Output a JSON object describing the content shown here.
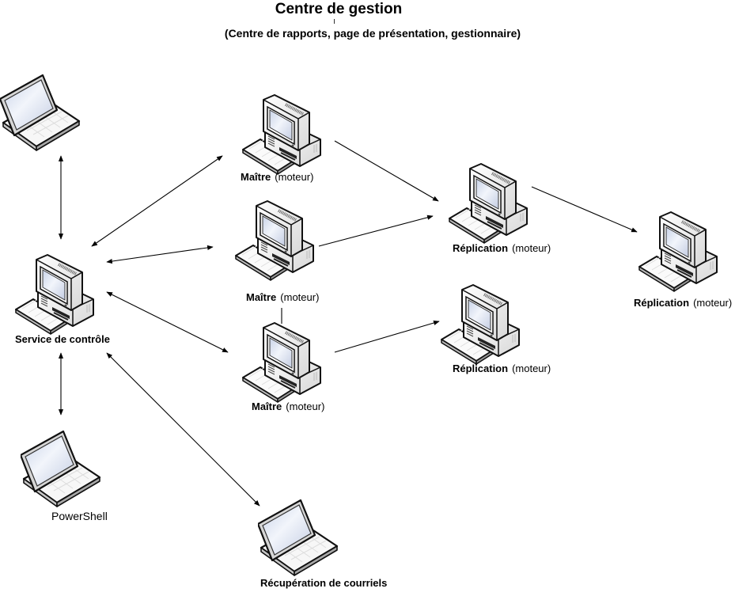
{
  "header": {
    "title": "Centre de gestion",
    "subtitle": "(Centre de rapports, page de présentation, gestionnaire)"
  },
  "nodes": {
    "laptop_top": {
      "type": "laptop-icon",
      "label": ""
    },
    "control_service": {
      "type": "desktop-icon",
      "label": "Service de contrôle"
    },
    "powershell": {
      "type": "laptop-icon",
      "label": "PowerShell"
    },
    "email_retrieval": {
      "type": "laptop-icon",
      "label": "Récupération de courriels"
    },
    "master_1": {
      "type": "desktop-icon",
      "label": "Maître",
      "sublabel": "(moteur)"
    },
    "master_2": {
      "type": "desktop-icon",
      "label": "Maître",
      "sublabel": "(moteur)"
    },
    "master_3": {
      "type": "desktop-icon",
      "label": "Maître",
      "sublabel": "(moteur)"
    },
    "replication_1": {
      "type": "desktop-icon",
      "label": "Réplication",
      "sublabel": "(moteur)"
    },
    "replication_2": {
      "type": "desktop-icon",
      "label": "Réplication",
      "sublabel": "(moteur)"
    },
    "replication_3": {
      "type": "desktop-icon",
      "label": "Réplication",
      "sublabel": "(moteur)"
    }
  },
  "connections": [
    {
      "from": "laptop_top",
      "to": "control_service",
      "direction": "bidirectional"
    },
    {
      "from": "control_service",
      "to": "master_1",
      "direction": "bidirectional"
    },
    {
      "from": "control_service",
      "to": "master_2",
      "direction": "bidirectional"
    },
    {
      "from": "control_service",
      "to": "master_3",
      "direction": "bidirectional"
    },
    {
      "from": "control_service",
      "to": "powershell",
      "direction": "bidirectional"
    },
    {
      "from": "control_service",
      "to": "email_retrieval",
      "direction": "bidirectional"
    },
    {
      "from": "master_1",
      "to": "replication_1",
      "direction": "forward"
    },
    {
      "from": "master_2",
      "to": "replication_1",
      "direction": "forward"
    },
    {
      "from": "master_3",
      "to": "replication_2",
      "direction": "forward"
    },
    {
      "from": "replication_1",
      "to": "replication_3",
      "direction": "forward"
    },
    {
      "from": "master_2",
      "to": "master_3",
      "direction": "none"
    }
  ],
  "colors": {
    "line": "#000000",
    "screen": "#dfe6f3",
    "body": "#f2f2f2",
    "outline": "#111111"
  }
}
